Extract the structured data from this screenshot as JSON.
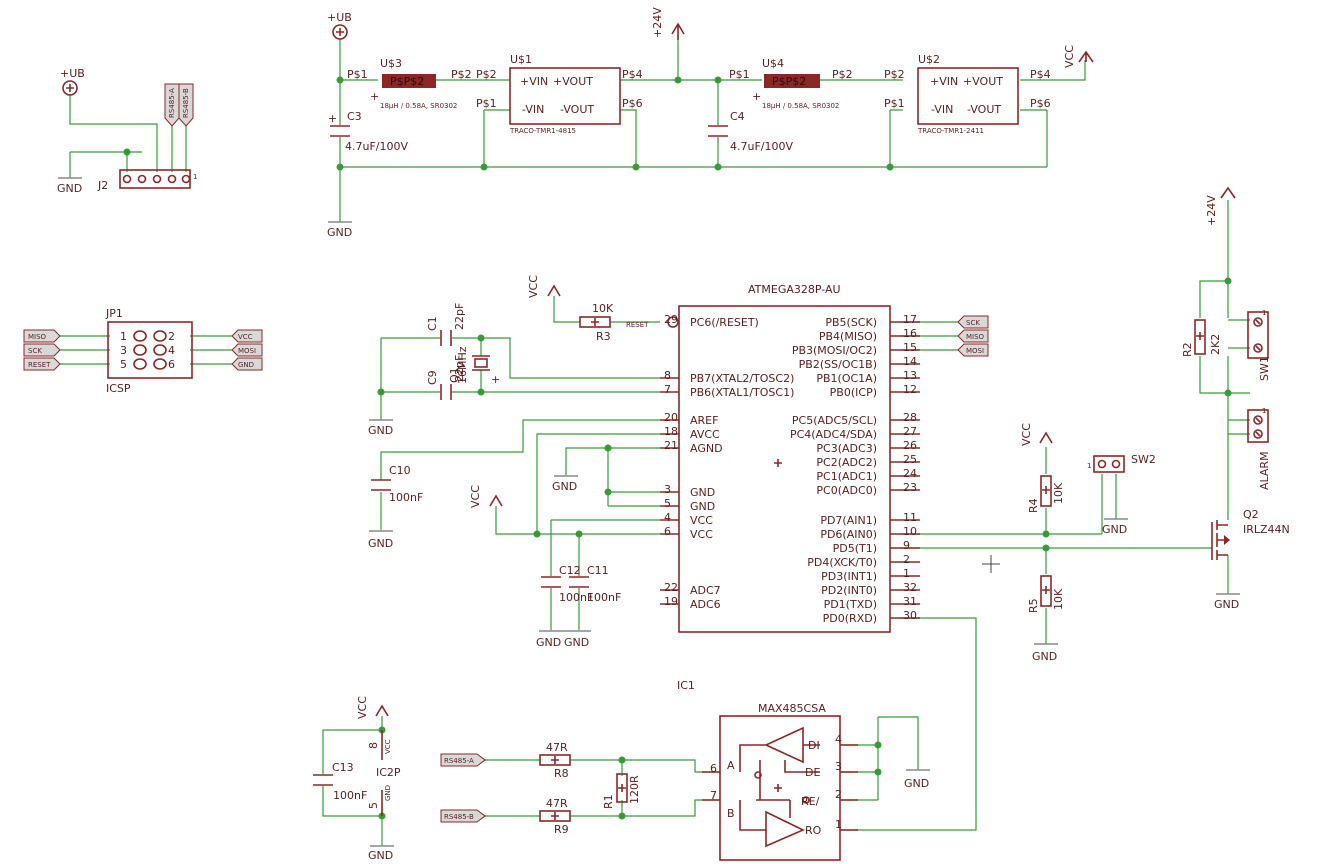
{
  "supply": {
    "ub": "+UB",
    "plus24": "+24V",
    "vcc": "VCC",
    "gnd": "GND"
  },
  "power": {
    "u3": "U$3",
    "u1": "U$1",
    "u4": "U$4",
    "u2": "U$2",
    "p1": "P$1",
    "p2": "P$2",
    "p4": "P$4",
    "p6": "P$6",
    "inductor_label": "P$P$2",
    "inductor_value": "18µH / 0.58A, SR0302",
    "vin_pos": "+VIN",
    "vout_pos": "+VOUT",
    "vin_neg": "-VIN",
    "vout_neg": "-VOUT",
    "reg1": "TRACO-TMR1-4815",
    "reg2": "TRACO-TMR1-2411",
    "c3": "C3",
    "c4": "C4",
    "cap_value": "4.7uF/100V",
    "plus": "+"
  },
  "j2": {
    "name": "J2",
    "pin1": "1",
    "rs485a": "RS485-A",
    "rs485b": "RS485-B"
  },
  "icsp": {
    "name": "JP1",
    "label": "ICSP",
    "pins": [
      "1",
      "2",
      "3",
      "4",
      "5",
      "6"
    ],
    "flags_left": [
      "MISO",
      "SCK",
      "RESET"
    ],
    "flags_right": [
      "VCC",
      "MOSI",
      "GND"
    ]
  },
  "mcu": {
    "name": "ATMEGA328P-AU",
    "left_pins": [
      {
        "num": "29",
        "name": "PC6(/RESET)"
      },
      {
        "num": "8",
        "name": "PB7(XTAL2/TOSC2)"
      },
      {
        "num": "7",
        "name": "PB6(XTAL1/TOSC1)"
      },
      {
        "num": "20",
        "name": "AREF"
      },
      {
        "num": "18",
        "name": "AVCC"
      },
      {
        "num": "21",
        "name": "AGND"
      },
      {
        "num": "3",
        "name": "GND"
      },
      {
        "num": "5",
        "name": "GND"
      },
      {
        "num": "4",
        "name": "VCC"
      },
      {
        "num": "6",
        "name": "VCC"
      },
      {
        "num": "22",
        "name": "ADC7"
      },
      {
        "num": "19",
        "name": "ADC6"
      }
    ],
    "right_pins": [
      {
        "num": "17",
        "name": "PB5(SCK)"
      },
      {
        "num": "16",
        "name": "PB4(MISO)"
      },
      {
        "num": "15",
        "name": "PB3(MOSI/OC2)"
      },
      {
        "num": "14",
        "name": "PB2(SS/OC1B)"
      },
      {
        "num": "13",
        "name": "PB1(OC1A)"
      },
      {
        "num": "12",
        "name": "PB0(ICP)"
      },
      {
        "num": "28",
        "name": "PC5(ADC5/SCL)"
      },
      {
        "num": "27",
        "name": "PC4(ADC4/SDA)"
      },
      {
        "num": "26",
        "name": "PC3(ADC3)"
      },
      {
        "num": "25",
        "name": "PC2(ADC2)"
      },
      {
        "num": "24",
        "name": "PC1(ADC1)"
      },
      {
        "num": "23",
        "name": "PC0(ADC0)"
      },
      {
        "num": "11",
        "name": "PD7(AIN1)"
      },
      {
        "num": "10",
        "name": "PD6(AIN0)"
      },
      {
        "num": "9",
        "name": "PD5(T1)"
      },
      {
        "num": "2",
        "name": "PD4(XCK/T0)"
      },
      {
        "num": "1",
        "name": "PD3(INT1)"
      },
      {
        "num": "32",
        "name": "PD2(INT0)"
      },
      {
        "num": "31",
        "name": "PD1(TXD)"
      },
      {
        "num": "30",
        "name": "PD0(RXD)"
      }
    ],
    "reset_tag": "RESET",
    "ref": "IC1",
    "spi_flags": [
      "SCK",
      "MISO",
      "MOSI"
    ]
  },
  "passives": {
    "r3": "R3",
    "r3_value": "10K",
    "c1": "C1",
    "c1_value": "22pF",
    "c9": "C9",
    "c9_value": "22pF",
    "q1": "Q1",
    "q1_value": "16MHz",
    "c10": "C10",
    "c10_value": "100nF",
    "c12": "C12",
    "c12_value": "100nF",
    "c11": "C11",
    "c11_value": "100nF",
    "r4": "R4",
    "r4_value": "10K",
    "r5": "R5",
    "r5_value": "10K",
    "r2": "R2",
    "r2_value": "2K2",
    "sw1": "SW1",
    "sw2": "SW2",
    "sw2_pin": "1",
    "alarm": "ALARM",
    "q2": "Q2",
    "q2_value": "IRLZ44N",
    "r1": "R1",
    "r1_value": "120R",
    "r8": "R8",
    "r8_value": "47R",
    "r9": "R9",
    "r9_value": "47R",
    "c13": "C13",
    "c13_value": "100nF",
    "ic2": "IC2P",
    "ic2_pin8": "8",
    "ic2_pin5": "5",
    "ic2_vcc": "VCC",
    "ic2_gnd": "GND"
  },
  "rs485": {
    "name": "MAX485CSA",
    "pins": {
      "di": "DI",
      "de": "DE",
      "re": "RE/",
      "ro": "RO",
      "a": "A",
      "b": "B"
    },
    "nums": {
      "di": "4",
      "de": "3",
      "re": "2",
      "ro": "1",
      "a": "6",
      "b": "7"
    },
    "flags": [
      "RS485-A",
      "RS485-B"
    ]
  }
}
